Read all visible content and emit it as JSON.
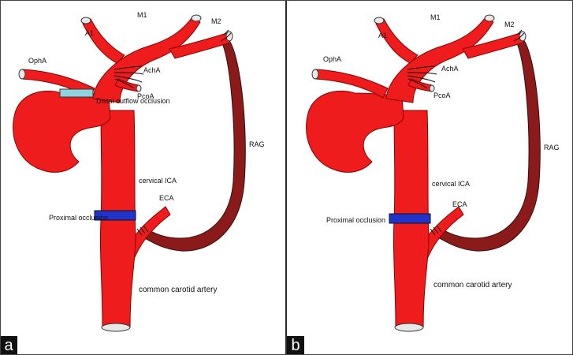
{
  "panels": [
    {
      "id": "a",
      "panel_label": "a",
      "labels": {
        "a1": "A1",
        "m1": "M1",
        "m2": "M2",
        "opha": "OphA",
        "acha": "AchA",
        "pcoa": "PcoA",
        "distal": "Distal outflow occlusion",
        "rag": "RAG",
        "cervical_ica": "cervical ICA",
        "eca": "ECA",
        "proximal": "Proximal occlusion",
        "cca": "common carotid artery"
      }
    },
    {
      "id": "b",
      "panel_label": "b",
      "labels": {
        "a1": "A1",
        "m1": "M1",
        "m2": "M2",
        "opha": "OphA",
        "acha": "AchA",
        "pcoa": "PcoA",
        "rag": "RAG",
        "cervical_ica": "cervical ICA",
        "eca": "ECA",
        "proximal": "Proximal occlusion",
        "cca": "common carotid artery"
      }
    }
  ],
  "colors": {
    "artery": "#ee1c1c",
    "graft": "#8b1a1a",
    "distal_clip": "#8fd3e0",
    "proximal_clip": "#2233cc",
    "vessel_end": "#e8e8e8"
  }
}
